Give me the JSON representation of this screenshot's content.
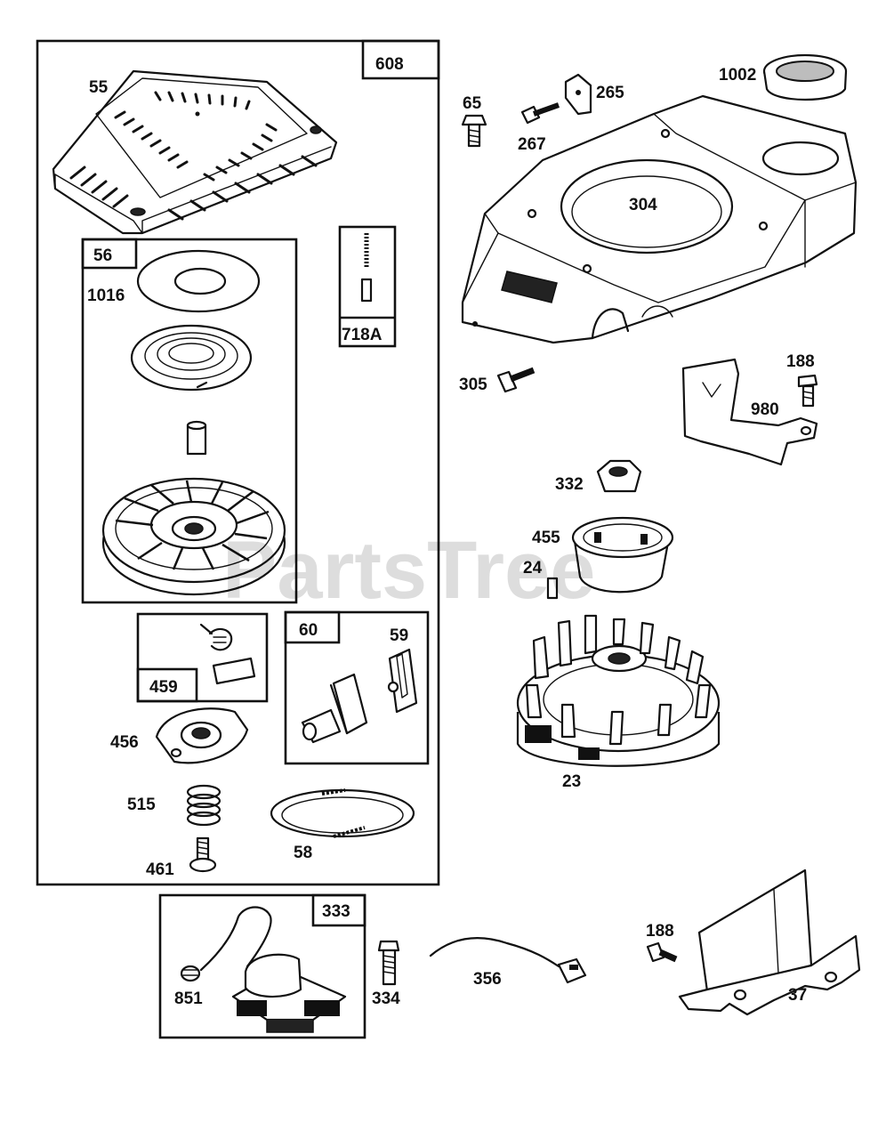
{
  "watermark": "PartsTree",
  "labels": {
    "p608": "608",
    "p55": "55",
    "p56": "56",
    "p1016": "1016",
    "p718a": "718A",
    "p459": "459",
    "p60": "60",
    "p59": "59",
    "p456": "456",
    "p515": "515",
    "p461": "461",
    "p58": "58",
    "p65": "65",
    "p267": "267",
    "p265": "265",
    "p1002": "1002",
    "p304": "304",
    "p305": "305",
    "p188a": "188",
    "p980": "980",
    "p332": "332",
    "p455": "455",
    "p24": "24",
    "p23": "23",
    "p333": "333",
    "p851": "851",
    "p334": "334",
    "p356": "356",
    "p188b": "188",
    "p37": "37"
  }
}
